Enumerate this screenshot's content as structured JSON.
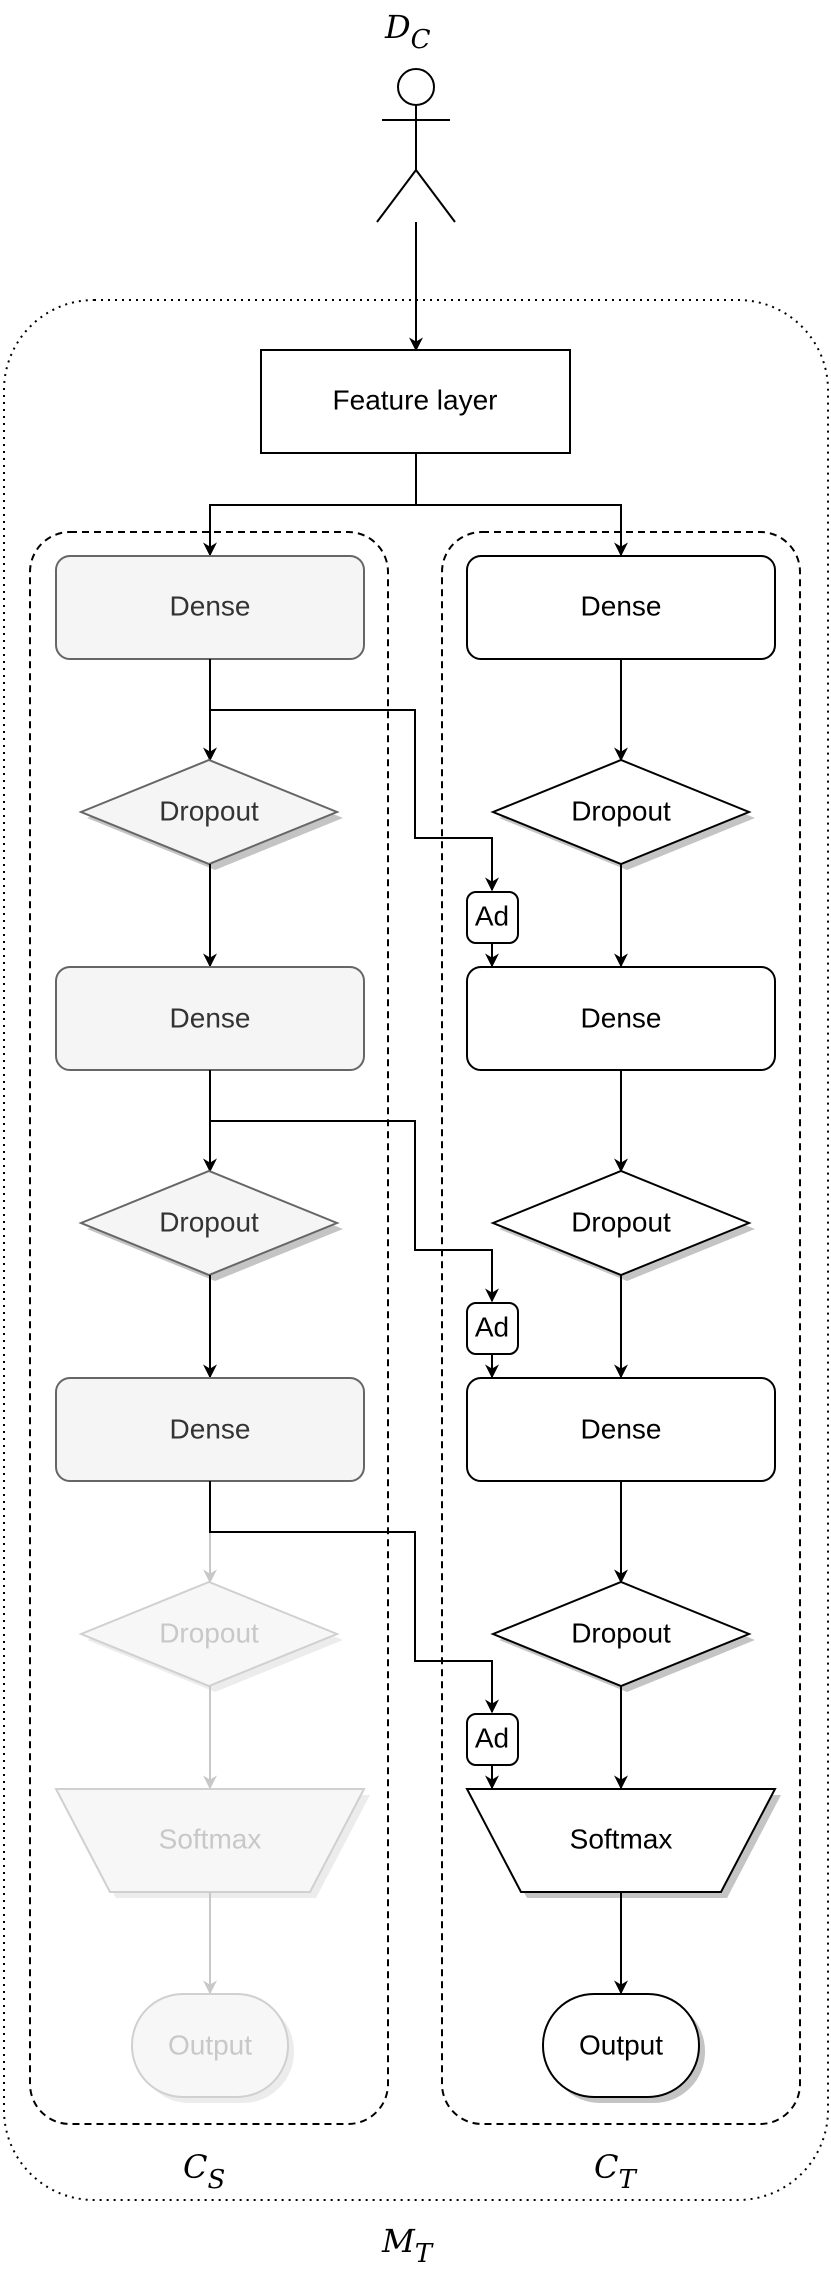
{
  "actor": {
    "label_main": "D",
    "label_sub": "C"
  },
  "feature_layer": {
    "label": "Feature layer"
  },
  "source": {
    "group_label_main": "C",
    "group_label_sub": "S",
    "dense_label": "Dense",
    "dropout_label": "Dropout",
    "softmax_label": "Softmax",
    "output_label": "Output"
  },
  "target": {
    "group_label_main": "C",
    "group_label_sub": "T",
    "dense_label": "Dense",
    "dropout_label": "Dropout",
    "softmax_label": "Softmax",
    "output_label": "Output"
  },
  "adapter_label": "Ad",
  "model": {
    "label_main": "M",
    "label_sub": "T"
  },
  "colors": {
    "stroke": "#000000",
    "source_fill": "#f5f5f5",
    "source_stroke": "#666666",
    "faded_stroke": "#d0d0d0",
    "faded_text": "#c8c8c8",
    "shadow": "#c4c4c4"
  }
}
